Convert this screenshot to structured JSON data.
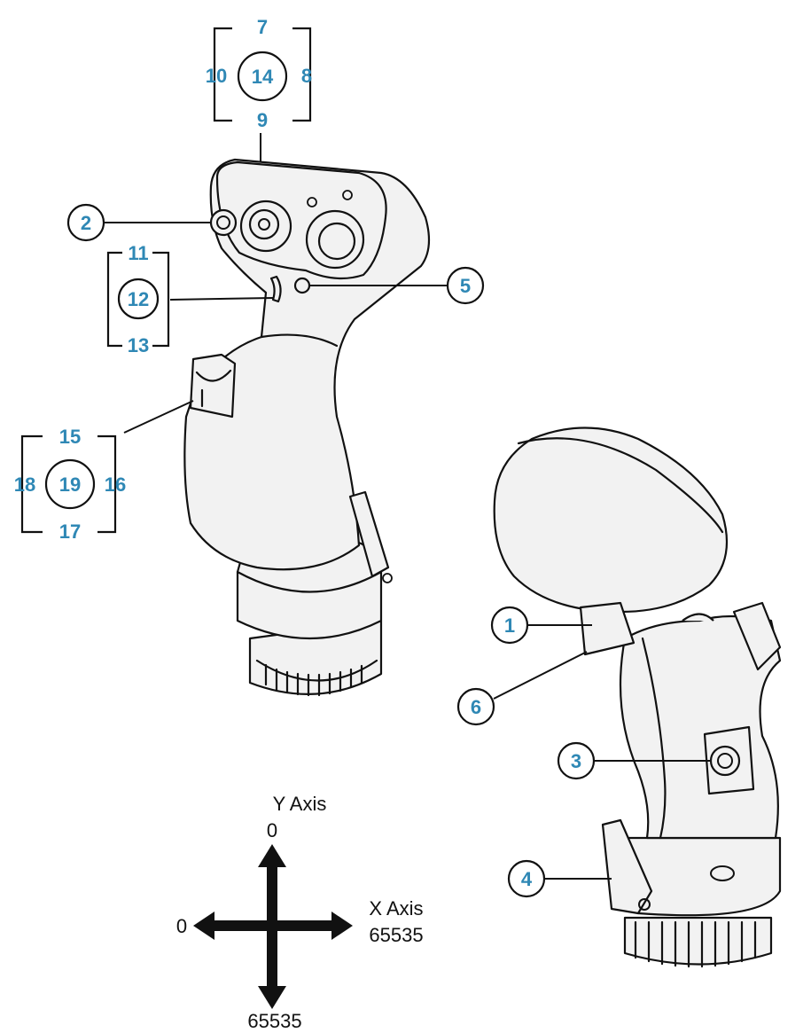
{
  "hat_top": {
    "up": "7",
    "right": "8",
    "down": "9",
    "left": "10",
    "center": "14"
  },
  "rocker_side": {
    "up": "11",
    "center": "12",
    "down": "13"
  },
  "hat_bottom": {
    "up": "15",
    "right": "16",
    "down": "17",
    "left": "18",
    "center": "19"
  },
  "callouts": {
    "c1": "1",
    "c2": "2",
    "c3": "3",
    "c4": "4",
    "c5": "5",
    "c6": "6"
  },
  "axes": {
    "y_label": "Y Axis",
    "y_min": "0",
    "y_max": "65535",
    "x_label": "X Axis",
    "x_min": "0",
    "x_max": "65535"
  },
  "colors": {
    "label_blue": "#2f88b5",
    "line": "#111111",
    "fill": "#f2f2f2"
  }
}
